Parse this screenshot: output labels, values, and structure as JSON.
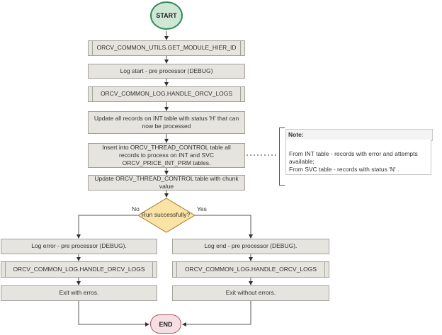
{
  "start": "START",
  "end": "END",
  "steps": {
    "get_module_hier_id": "ORCV_COMMON_UTILS.GET_MODULE_HIER_ID",
    "log_start": "Log start - pre processor (DEBUG)",
    "handle_logs_1": "ORCV_COMMON_LOG.HANDLE_ORCV_LOGS",
    "update_int": "Update all records on INT table with status 'H' that can now be processed",
    "insert_thread": "Insert into ORCV_THREAD_CONTROL table all records to process on INT and SVC ORCV_PRICE_INT_PRM tables.",
    "update_chunk": "Update ORCV_THREAD_CONTROL table with chunk value"
  },
  "decision": {
    "label": "Run successfully?",
    "no": "No",
    "yes": "Yes"
  },
  "left_branch": {
    "log_error": "Log error - pre processor (DEBUG).",
    "handle_logs": "ORCV_COMMON_LOG.HANDLE_ORCV_LOGS",
    "exit": "Exit with erros."
  },
  "right_branch": {
    "log_end": "Log end - pre processor (DEBUG).",
    "handle_logs": "ORCV_COMMON_LOG.HANDLE_ORCV_LOGS",
    "exit": "Exit without errors."
  },
  "note": {
    "title": "Note:",
    "lines": [
      "From INT table - records with error and attempts",
      "available;",
      "From SVC table - records with status 'N' ."
    ]
  },
  "colors": {
    "box_fill": "#e6e4df",
    "box_border": "#a3a19b",
    "start_fill": "#cfe8d6",
    "start_border": "#2f8c55",
    "end_fill": "#f6dfe2",
    "end_border": "#b14a5b",
    "decision_fill": "#fbe3a6",
    "decision_border": "#a07a2a"
  }
}
